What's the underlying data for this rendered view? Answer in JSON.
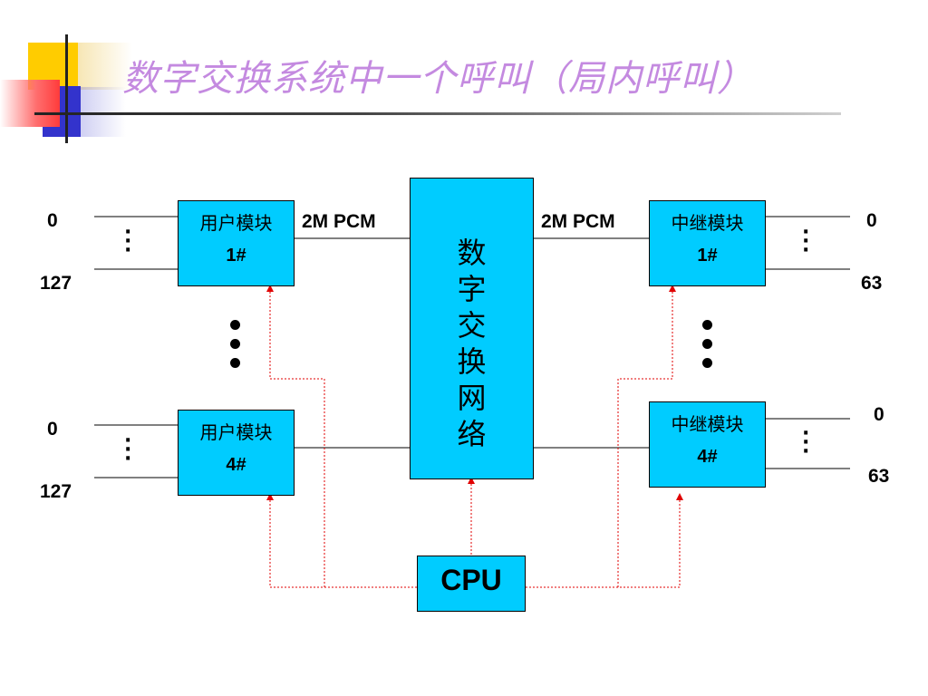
{
  "title": "数字交换系统中一个呼叫（局内呼叫）",
  "network": {
    "label_chars": [
      "数",
      "字",
      "交",
      "换",
      "网",
      "络"
    ]
  },
  "cpu": {
    "label": "CPU"
  },
  "link_labels": {
    "left": "2M PCM",
    "right": "2M PCM"
  },
  "user_modules": [
    {
      "name": "用户模块",
      "number": "1#",
      "line_top": "0",
      "line_bottom": "127"
    },
    {
      "name": "用户模块",
      "number": "4#",
      "line_top": "0",
      "line_bottom": "127"
    }
  ],
  "trunk_modules": [
    {
      "name": "中继模块",
      "number": "1#",
      "line_top": "0",
      "line_bottom": "63"
    },
    {
      "name": "中继模块",
      "number": "4#",
      "line_top": "0",
      "line_bottom": "63"
    }
  ],
  "colors": {
    "box_fill": "#00ccff",
    "title": "#c48ae0",
    "control_line": "#e00000"
  }
}
